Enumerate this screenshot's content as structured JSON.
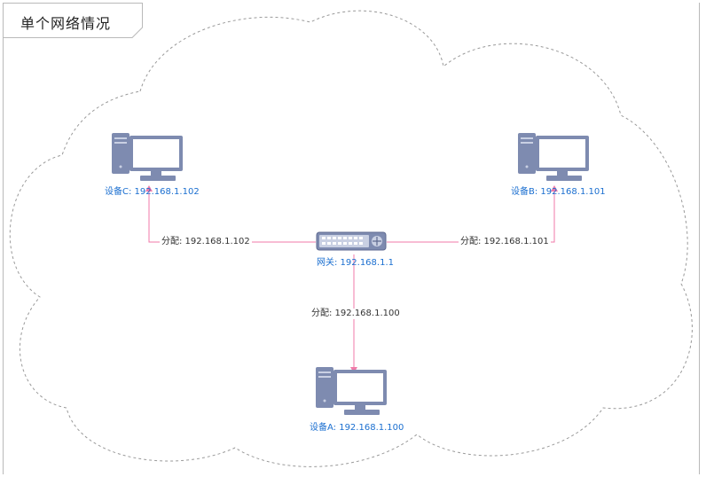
{
  "title": "单个网络情况",
  "gateway": {
    "label": "网关: 192.168.1.1"
  },
  "devices": {
    "a": {
      "label": "设备A: 192.168.1.100"
    },
    "b": {
      "label": "设备B: 192.168.1.101"
    },
    "c": {
      "label": "设备C: 192.168.1.102"
    }
  },
  "links": {
    "to_c": "分配: 192.168.1.102",
    "to_b": "分配: 192.168.1.101",
    "to_a": "分配: 192.168.1.100"
  },
  "colors": {
    "link": "#f07aa8",
    "device_label": "#1b6fd0",
    "device_body": "#7e8bb0",
    "device_screen": "#ffffff",
    "cloud_stroke": "#9a9a9a"
  }
}
